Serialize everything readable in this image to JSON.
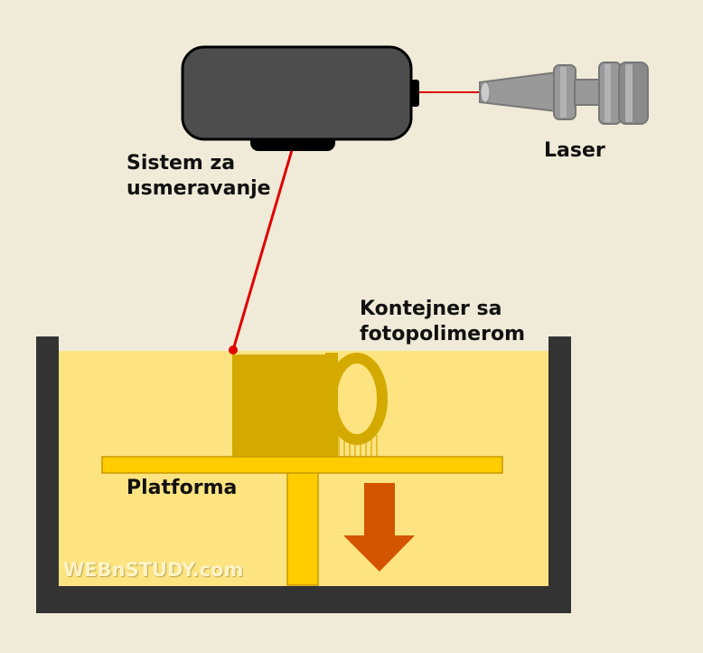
{
  "labels": {
    "steering": [
      "Sistem za",
      "usmeravanje"
    ],
    "laser": "Laser",
    "vat": [
      "Kontejner sa",
      "fotopolimerom"
    ],
    "platform": "Platforma"
  },
  "watermark": "WEBnSTUDY.com",
  "colors": {
    "background": "#f0ebd8",
    "resin": "#fee480",
    "container": "#333333",
    "platform": "#ffcc00",
    "print_object": "#d4aa00",
    "laser_beam": "#e00000",
    "steering_body": "#4d4d4d",
    "laser_body": "#999999",
    "arrow": "#d45500"
  },
  "icons": {
    "laser": "laser-emitter-icon",
    "steering": "galvo-scanner-icon",
    "arrow": "arrow-down-icon"
  }
}
